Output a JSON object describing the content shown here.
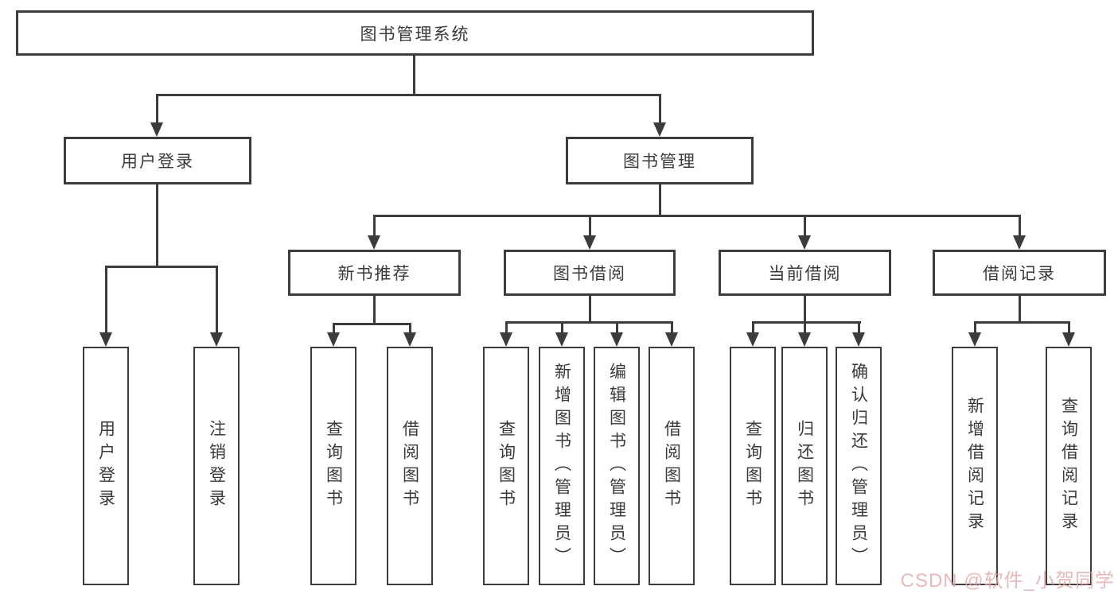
{
  "nodes": {
    "root": "图书管理系统",
    "user_login": "用户登录",
    "book_mgmt": "图书管理",
    "new_books": "新书推荐",
    "book_borrow": "图书借阅",
    "current_borrow": "当前借阅",
    "borrow_records": "借阅记录",
    "leaf_user_login": "用户登录",
    "leaf_logout": "注销登录",
    "leaf_nb_query": "查询图书",
    "leaf_nb_borrow": "借阅图书",
    "leaf_bb_query": "查询图书",
    "leaf_bb_add": "新增图书（管理员）",
    "leaf_bb_edit": "编辑图书（管理员）",
    "leaf_bb_borrow": "借阅图书",
    "leaf_cb_query": "查询图书",
    "leaf_cb_return": "归还图书",
    "leaf_cb_confirm": "确认归还（管理员）",
    "leaf_br_add": "新增借阅记录",
    "leaf_br_query": "查询借阅记录"
  },
  "watermark": "CSDN @软件_小贺同学",
  "colors": {
    "line": "#3c3c3c",
    "text": "#3a3a3a",
    "box_bg": "#ffffff",
    "page_bg": "#ffffff",
    "watermark": "#e4a7a7"
  }
}
